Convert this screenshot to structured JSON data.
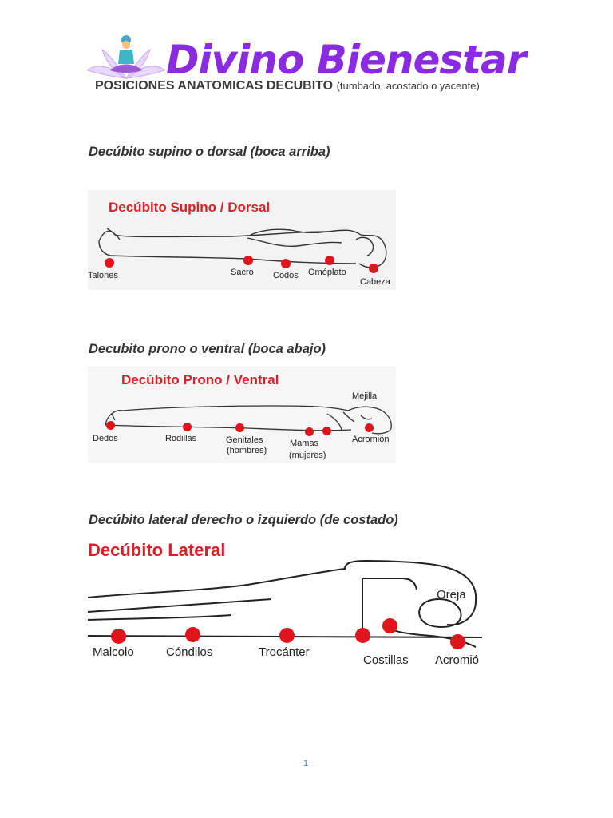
{
  "header": {
    "brand": "Divino Bienestar",
    "title_main": "POSICIONES ANATOMICAS DECUBITO",
    "title_sub": "(tumbado, acostado o yacente)"
  },
  "sections": [
    {
      "title": "Decúbito supino o dorsal (boca arriba)",
      "figure_heading": "Decúbito Supino / Dorsal",
      "labels": [
        "Talones",
        "Sacro",
        "Codos",
        "Omóplato",
        "Cabeza"
      ]
    },
    {
      "title": "Decubito prono o ventral (boca abajo)",
      "figure_heading": "Decúbito Prono / Ventral",
      "labels": [
        "Mejilla",
        "Dedos",
        "Rodillas",
        "Genitales",
        "(hombres)",
        "Mamas",
        "(mujeres)",
        "Acromión"
      ]
    },
    {
      "title": "Decúbito lateral derecho o izquierdo (de costado)",
      "figure_heading": "Decúbito Lateral",
      "labels": [
        "Oreja",
        "Malcolo",
        "Cóndilos",
        "Trocánter",
        "Costillas",
        "Acromió"
      ]
    }
  ],
  "footer": {
    "page_number": "1"
  },
  "colors": {
    "brand": "#8a2be2",
    "marker": "#e0141d",
    "figure_heading": "#d62128"
  }
}
